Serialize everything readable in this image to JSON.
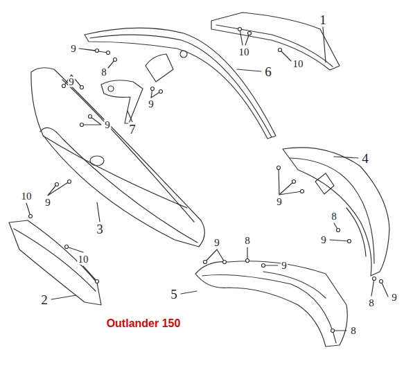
{
  "diagram": {
    "labels": [
      "1",
      "10",
      "10",
      "9",
      "8",
      "6",
      "9",
      "9",
      "9",
      "7",
      "4",
      "9",
      "10",
      "9",
      "3",
      "8",
      "10",
      "9",
      "8",
      "9",
      "9",
      "5",
      "2",
      "8",
      "9",
      "Outlander 150",
      "8"
    ]
  }
}
